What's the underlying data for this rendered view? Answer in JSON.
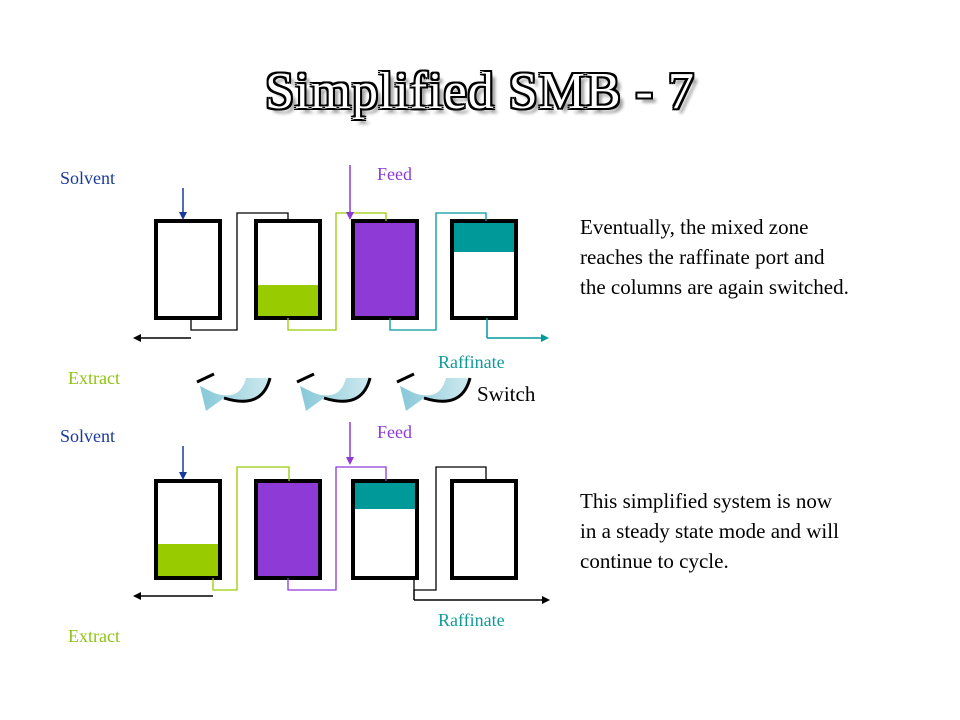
{
  "title": "Simplified SMB - 7",
  "colors": {
    "solvent": "#1a3a9a",
    "feed": "#8e3ad6",
    "raffinate": "#0f9a9a",
    "extract": "#8fc214",
    "lime_fill": "#99cc00",
    "purple_fill": "#8e3ad6",
    "teal_fill": "#009999"
  },
  "top": {
    "solvent_label": "Solvent",
    "feed_label": "Feed",
    "raffinate_label": "Raffinate",
    "extract_label": "Extract",
    "description_lines": [
      "Eventually, the mixed zone",
      "reaches the raffinate port and",
      "the columns are again switched."
    ]
  },
  "switch": {
    "label": "Switch"
  },
  "bottom": {
    "solvent_label": "Solvent",
    "feed_label": "Feed",
    "raffinate_label": "Raffinate",
    "extract_label": "Extract",
    "description_lines": [
      "This simplified system is now",
      "in a steady state mode and will",
      "continue to cycle."
    ]
  }
}
